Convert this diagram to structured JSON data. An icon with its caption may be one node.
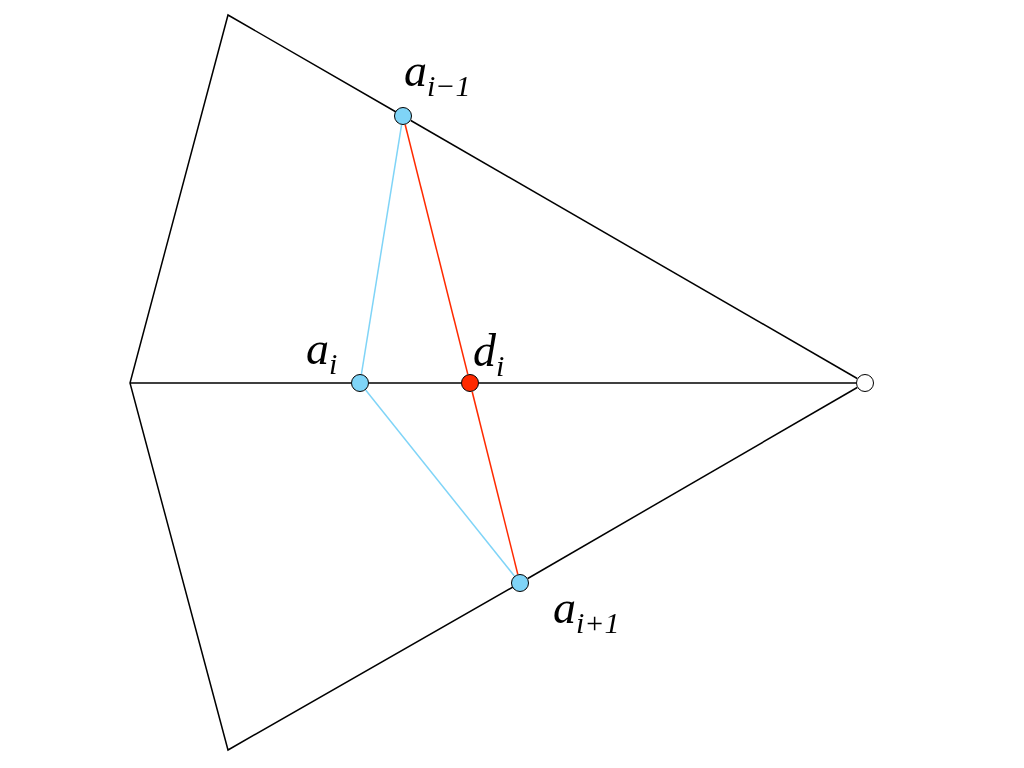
{
  "diagram": {
    "nodes": [
      {
        "text": [],
        "shape": "circle",
        "beside": [
          "a$_{i−1}$"
        ]
      },
      {
        "text": [],
        "shape": "circle",
        "beside": [
          "a$_{i}$"
        ]
      },
      {
        "text": [],
        "shape": "circle",
        "beside": [
          "d$_{i}$"
        ]
      },
      {
        "text": [],
        "shape": "circle",
        "beside": [
          "a$_{i+1}$"
        ]
      },
      {
        "text": [],
        "shape": "circle"
      }
    ],
    "edges": [
      {
        "from": 0,
        "to": 1,
        "arrow": "none",
        "color": "#7fd4f7"
      },
      {
        "from": 1,
        "to": 3,
        "arrow": "none",
        "color": "#7fd4f7"
      },
      {
        "from": 0,
        "to": 2,
        "arrow": "none",
        "color": "#ff2a00"
      },
      {
        "from": 2,
        "to": 3,
        "arrow": "none",
        "color": "#ff2a00"
      },
      {
        "from": 1,
        "to": 2,
        "arrow": "none"
      },
      {
        "from": 2,
        "to": 4,
        "arrow": "none"
      },
      {
        "from": 0,
        "to": 4,
        "arrow": "none"
      },
      {
        "from": 3,
        "to": 4,
        "arrow": "none"
      }
    ]
  }
}
